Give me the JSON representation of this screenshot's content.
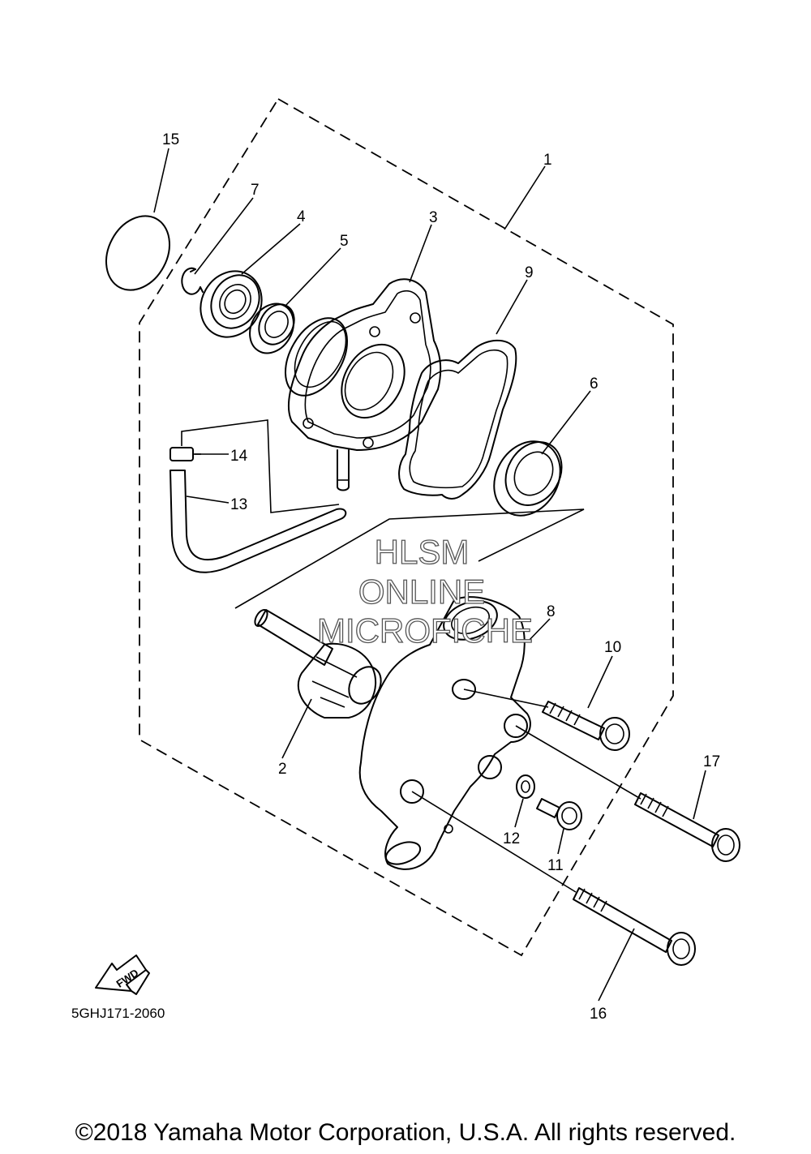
{
  "callouts": [
    "1",
    "2",
    "3",
    "4",
    "5",
    "6",
    "7",
    "8",
    "9",
    "10",
    "11",
    "12",
    "13",
    "14",
    "15",
    "16",
    "17"
  ],
  "watermark": [
    "HLSM",
    "ONLINE",
    "MICROFICHE"
  ],
  "fwd_label": "FWD",
  "part_code": "5GHJ171-2060",
  "copyright": "©2018 Yamaha Motor Corporation, U.S.A. All rights reserved."
}
